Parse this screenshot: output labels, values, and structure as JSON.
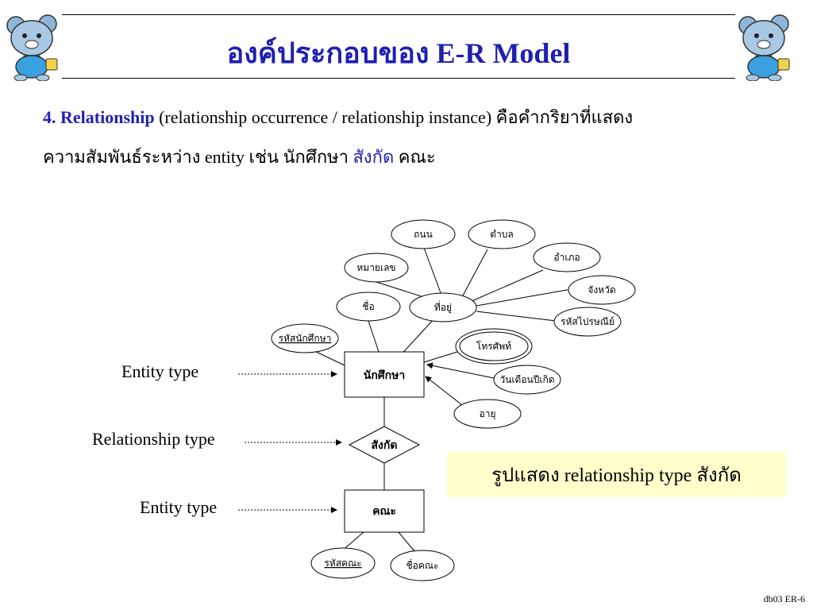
{
  "header": {
    "title": "องค์ประกอบของ E-R Model"
  },
  "body": {
    "line1": {
      "number": "4.",
      "term": "Relationship",
      "rest": " (relationship occurrence / relationship instance) คือคำกริยาที่แสดง"
    },
    "line2": {
      "before": "ความสัมพันธ์ระหว่าง entity เช่น  นักศึกษา ",
      "highlight": "สังกัด",
      "after": " คณะ"
    }
  },
  "diagram_labels": {
    "entity_type_top": "Entity  type",
    "relationship_type": "Relationship type",
    "entity_type_bottom": "Entity  type"
  },
  "diagram": {
    "entities": {
      "student": "นักศึกษา",
      "faculty": "คณะ"
    },
    "relationship": "สังกัด",
    "attributes": {
      "road": "ถนน",
      "subdistrict": "ตำบล",
      "district": "อำเภอ",
      "province": "จังหวัด",
      "postcode": "รหัสไปรษณีย์",
      "house_no": "หมายเลข",
      "address": "ที่อยู่",
      "name": "ชื่อ",
      "student_id": "รหัสนักศึกษา",
      "phone": "โทรศัพท์",
      "birthdate": "วันเดือนปีเกิด",
      "age": "อายุ",
      "faculty_id": "รหัสคณะ",
      "faculty_name": "ชื่อคณะ"
    }
  },
  "caption": {
    "text": "รูปแสดง relationship type สังกัด"
  },
  "footer": {
    "page_ref": "db03 ER-6"
  }
}
